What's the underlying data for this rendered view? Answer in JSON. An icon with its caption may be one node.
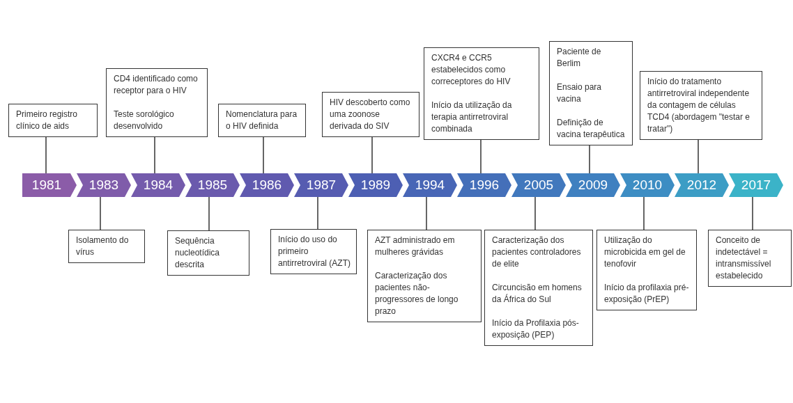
{
  "diagram": {
    "nodes": [
      {
        "text": [
          "1981"
        ]
      },
      {
        "text": [
          "1983"
        ]
      },
      {
        "text": [
          "1984"
        ]
      },
      {
        "text": [
          "1985"
        ]
      },
      {
        "text": [
          "1986"
        ]
      },
      {
        "text": [
          "1987"
        ]
      },
      {
        "text": [
          "1989"
        ]
      },
      {
        "text": [
          "1994"
        ]
      },
      {
        "text": [
          "1996"
        ]
      },
      {
        "text": [
          "2005"
        ]
      },
      {
        "text": [
          "2009"
        ]
      },
      {
        "text": [
          "2010"
        ]
      },
      {
        "text": [
          "2012"
        ]
      },
      {
        "text": [
          "2017"
        ]
      },
      {
        "text": [
          "Primeiro registro clínico de  aids"
        ]
      },
      {
        "text": [
          "Isolamento do vírus"
        ]
      },
      {
        "text": [
          "CD4 identificado como receptor para o HIV",
          "Teste sorológico desenvolvido"
        ]
      },
      {
        "text": [
          "Sequência nucleotídica descrita"
        ]
      },
      {
        "text": [
          "Nomenclatura para o HIV definida"
        ]
      },
      {
        "text": [
          "Início do uso do primeiro antirretroviral (AZT)"
        ]
      },
      {
        "text": [
          "HIV descoberto como uma zoonose derivada do SIV"
        ]
      },
      {
        "text": [
          "AZT administrado em mulheres grávidas",
          "Caracterização dos pacientes não-progressores de longo prazo"
        ]
      },
      {
        "text": [
          "CXCR4 e CCR5 estabelecidos como correceptores do HIV",
          "Início da utilização da terapia antirretroviral combinada"
        ]
      },
      {
        "text": [
          "Caracterização dos pacientes controladores de elite",
          "Circuncisão em homens da África do Sul",
          "Início da Profilaxia pós-exposição (PEP)"
        ]
      },
      {
        "text": [
          "Paciente de Berlim",
          "Ensaio para vacina",
          "Definição de vacina terapêutica"
        ]
      },
      {
        "text": [
          "Utilização do microbicida em gel de tenofovir",
          "Início da profilaxia pré-exposição (PrEP)"
        ]
      },
      {
        "text": [
          "Início do tratamento antirretroviral independente da contagem de células TCD4 (abordagem \"testar e tratar\")"
        ]
      },
      {
        "text": [
          "Conceito de indetectável = intransmissível estabelecido"
        ]
      }
    ],
    "edges": [
      {
        "from": 14,
        "to": 0,
        "arrow": "none"
      },
      {
        "from": 15,
        "to": 1,
        "arrow": "none"
      },
      {
        "from": 16,
        "to": 2,
        "arrow": "none"
      },
      {
        "from": 17,
        "to": 3,
        "arrow": "none"
      },
      {
        "from": 18,
        "to": 4,
        "arrow": "none"
      },
      {
        "from": 19,
        "to": 5,
        "arrow": "none"
      },
      {
        "from": 20,
        "to": 6,
        "arrow": "none"
      },
      {
        "from": 21,
        "to": 7,
        "arrow": "none"
      },
      {
        "from": 22,
        "to": 8,
        "arrow": "none"
      },
      {
        "from": 23,
        "to": 9,
        "arrow": "none"
      },
      {
        "from": 24,
        "to": 10,
        "arrow": "none"
      },
      {
        "from": 25,
        "to": 11,
        "arrow": "none"
      },
      {
        "from": 26,
        "to": 12,
        "arrow": "none"
      },
      {
        "from": 27,
        "to": 13,
        "arrow": "none"
      }
    ]
  }
}
